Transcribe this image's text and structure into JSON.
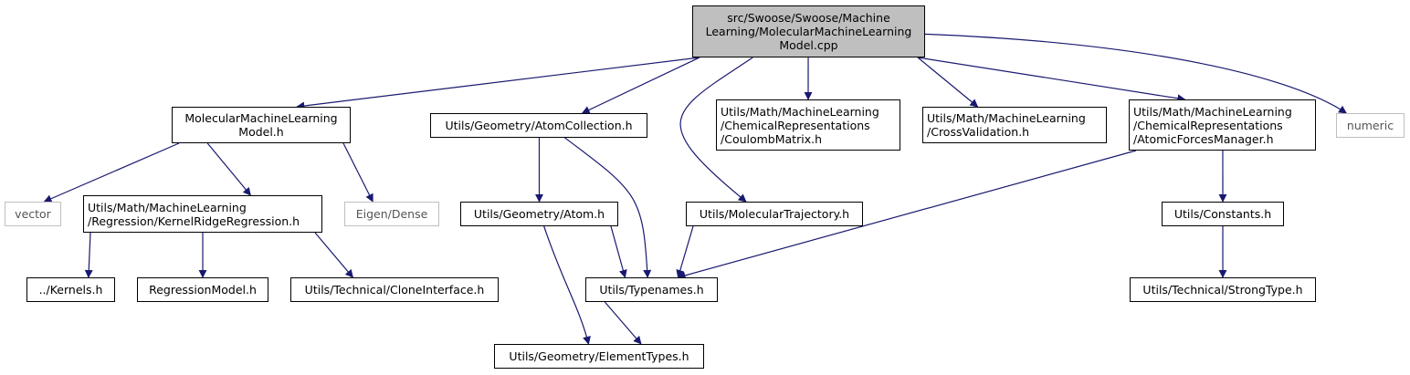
{
  "colors": {
    "edge": "#191970",
    "box_border": "#000000",
    "root_fill": "#bfbfbf",
    "external_border": "#bfbfbf"
  },
  "nodes": {
    "root": {
      "lines": [
        "src/Swoose/Swoose/Machine",
        "Learning/MolecularMachineLearning",
        "Model.cpp"
      ]
    },
    "mmlm": {
      "lines": [
        "MolecularMachineLearning",
        "Model.h"
      ]
    },
    "atomcoll": {
      "lines": [
        "Utils/Geometry/AtomCollection.h"
      ]
    },
    "coulomb": {
      "lines": [
        "Utils/Math/MachineLearning",
        "/ChemicalRepresentations",
        "/CoulombMatrix.h"
      ]
    },
    "crossval": {
      "lines": [
        "Utils/Math/MachineLearning",
        "/CrossValidation.h"
      ]
    },
    "afm": {
      "lines": [
        "Utils/Math/MachineLearning",
        "/ChemicalRepresentations",
        "/AtomicForcesManager.h"
      ]
    },
    "numeric": {
      "lines": [
        "numeric"
      ]
    },
    "vector": {
      "lines": [
        "vector"
      ]
    },
    "krr": {
      "lines": [
        "Utils/Math/MachineLearning",
        "/Regression/KernelRidgeRegression.h"
      ]
    },
    "eigen": {
      "lines": [
        "Eigen/Dense"
      ]
    },
    "atom": {
      "lines": [
        "Utils/Geometry/Atom.h"
      ]
    },
    "moltraj": {
      "lines": [
        "Utils/MolecularTrajectory.h"
      ]
    },
    "constants": {
      "lines": [
        "Utils/Constants.h"
      ]
    },
    "kernels": {
      "lines": [
        "../Kernels.h"
      ]
    },
    "regmodel": {
      "lines": [
        "RegressionModel.h"
      ]
    },
    "clone": {
      "lines": [
        "Utils/Technical/CloneInterface.h"
      ]
    },
    "typenames": {
      "lines": [
        "Utils/Typenames.h"
      ]
    },
    "strong": {
      "lines": [
        "Utils/Technical/StrongType.h"
      ]
    },
    "elemtypes": {
      "lines": [
        "Utils/Geometry/ElementTypes.h"
      ]
    }
  },
  "edges": [
    [
      "root",
      "mmlm"
    ],
    [
      "root",
      "atomcoll"
    ],
    [
      "root",
      "moltraj"
    ],
    [
      "root",
      "coulomb"
    ],
    [
      "root",
      "crossval"
    ],
    [
      "root",
      "afm"
    ],
    [
      "root",
      "numeric"
    ],
    [
      "mmlm",
      "vector"
    ],
    [
      "mmlm",
      "krr"
    ],
    [
      "mmlm",
      "eigen"
    ],
    [
      "krr",
      "kernels"
    ],
    [
      "krr",
      "regmodel"
    ],
    [
      "krr",
      "clone"
    ],
    [
      "atomcoll",
      "atom"
    ],
    [
      "atomcoll",
      "typenames"
    ],
    [
      "atom",
      "typenames"
    ],
    [
      "atom",
      "elemtypes"
    ],
    [
      "moltraj",
      "typenames"
    ],
    [
      "typenames",
      "elemtypes"
    ],
    [
      "afm",
      "typenames"
    ],
    [
      "afm",
      "constants"
    ],
    [
      "constants",
      "strong"
    ]
  ]
}
